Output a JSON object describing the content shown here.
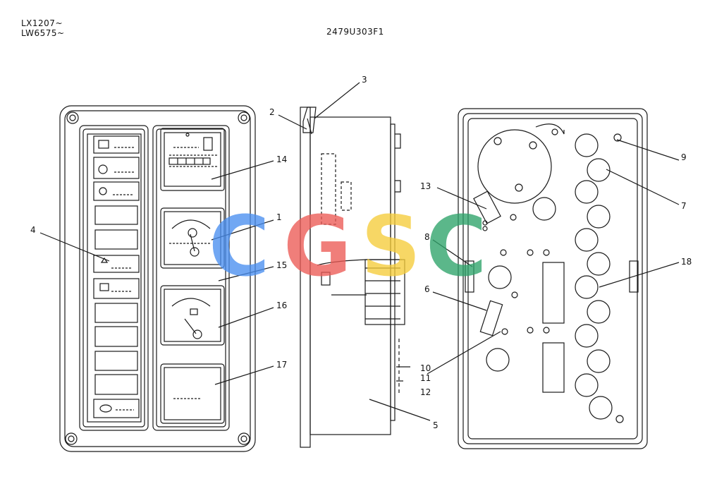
{
  "header": {
    "model_line_1": "LX1207~",
    "model_line_2": "LW6575~",
    "drawing_number": "2479U303F1"
  },
  "watermark": {
    "letters": [
      "C",
      "G",
      "S",
      "C"
    ],
    "colors": [
      "#4a8ff0",
      "#ec5b55",
      "#f6cd3a",
      "#2ea36a"
    ]
  },
  "callouts": {
    "c1": "1",
    "c2": "2",
    "c3": "3",
    "c4": "4",
    "c5": "5",
    "c6": "6",
    "c7": "7",
    "c8": "8",
    "c9": "9",
    "c10": "10",
    "c11": "11",
    "c12": "12",
    "c13": "13",
    "c14": "14",
    "c15": "15",
    "c16": "16",
    "c17": "17",
    "c18": "18"
  }
}
